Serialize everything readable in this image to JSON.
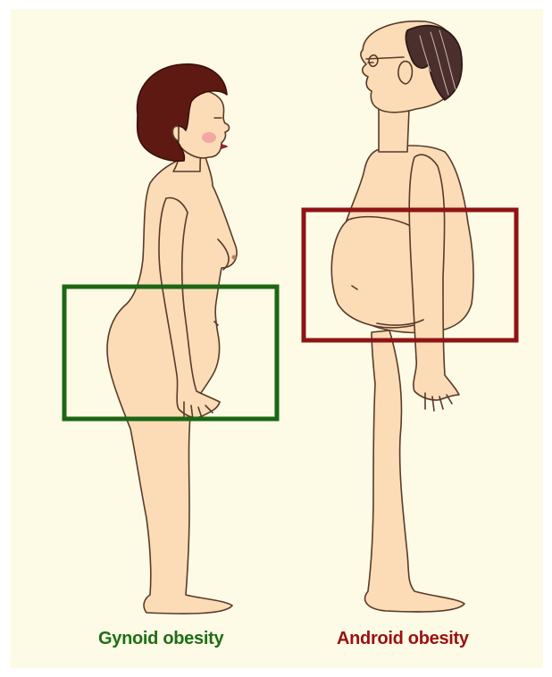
{
  "labels": {
    "gynoid": "Gynoid obesity",
    "android": "Android obesity"
  },
  "colors": {
    "background": "#fdfbe6",
    "skin": "#fbdcb7",
    "outline": "#5a3a28",
    "woman_hair": "#5e1a12",
    "man_hair": "#4b2f2c",
    "gynoid_box": "#1c6614",
    "android_box": "#8e1414",
    "gynoid_label": "#1f6e14",
    "android_label": "#9b1010"
  },
  "figures": [
    {
      "name": "woman",
      "highlight": "hips and thighs",
      "box_color": "green"
    },
    {
      "name": "man",
      "highlight": "abdomen",
      "box_color": "red"
    }
  ]
}
